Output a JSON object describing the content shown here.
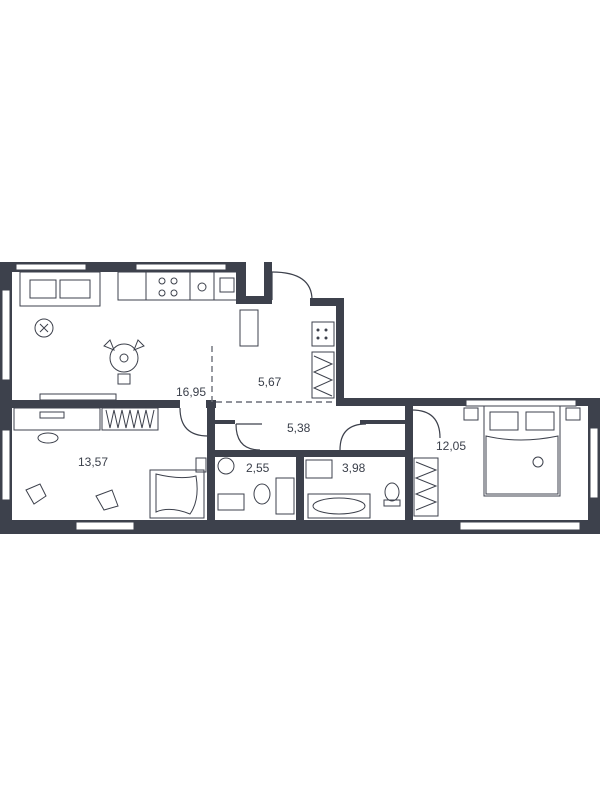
{
  "plan": {
    "wall_color": "#3d414c",
    "rooms": [
      {
        "id": "kitchen-living",
        "area": "16,95"
      },
      {
        "id": "hallway-entry",
        "area": "5,67"
      },
      {
        "id": "corridor",
        "area": "5,38"
      },
      {
        "id": "bedroom-left",
        "area": "13,57"
      },
      {
        "id": "bathroom-small",
        "area": "2,55"
      },
      {
        "id": "bathroom-large",
        "area": "3,98"
      },
      {
        "id": "bedroom-right",
        "area": "12,05"
      }
    ]
  }
}
